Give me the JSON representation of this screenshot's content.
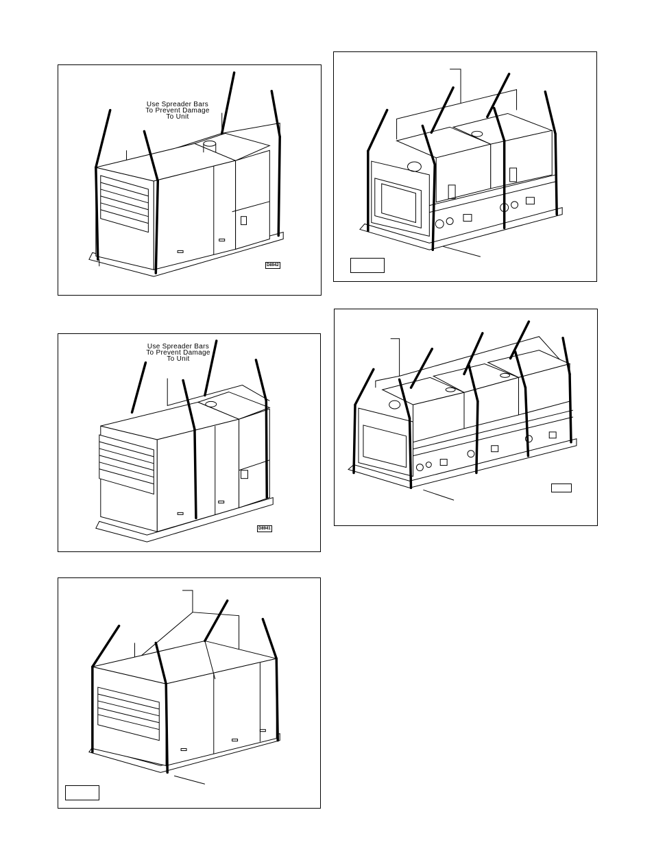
{
  "figures": [
    {
      "id": "fig-top-left",
      "callout_lines": [
        "Use Spreader Bars",
        "To Prevent Damage",
        "To Unit"
      ],
      "drawing_number": "D8942"
    },
    {
      "id": "fig-middle-left",
      "callout_lines": [
        "Use Spreader Bars",
        "To Prevent Damage",
        "To Unit"
      ],
      "drawing_number": "D8941"
    },
    {
      "id": "fig-bottom-left",
      "callout_lines": [],
      "drawing_number": ""
    },
    {
      "id": "fig-top-right",
      "callout_lines": [],
      "drawing_number": ""
    },
    {
      "id": "fig-middle-right",
      "callout_lines": [],
      "drawing_number": ""
    }
  ]
}
